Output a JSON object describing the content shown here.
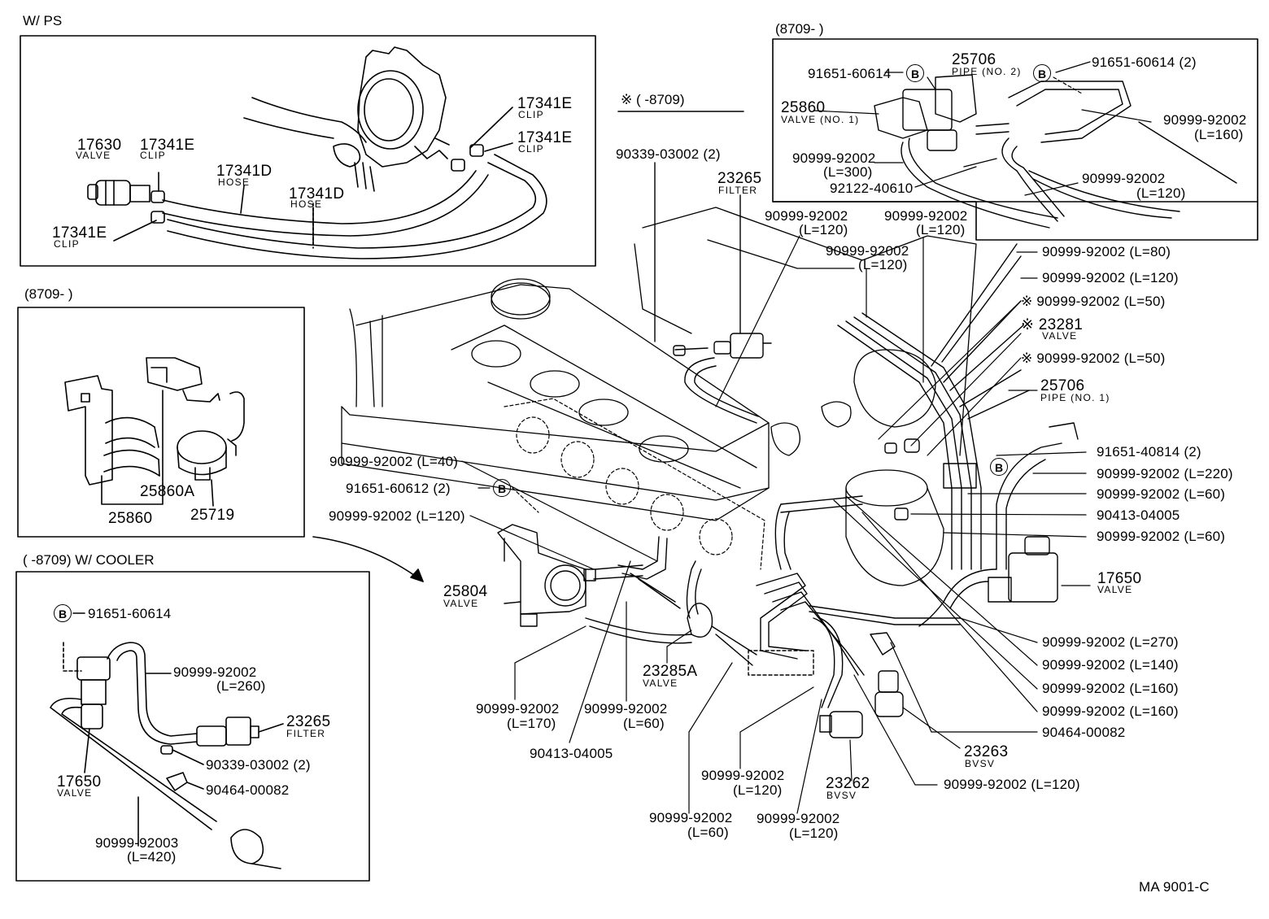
{
  "headers": {
    "ps": "W/ PS",
    "inset_8709_a": "(8709-       )",
    "inset_8709_b": "(8709-       )",
    "cooler": "(      -8709) W/ COOLER",
    "star_8709": "※ (        -8709)"
  },
  "footer": "MA  9001-C",
  "b_symbol": "B",
  "labels": [
    {
      "id": "ps_17630",
      "text": "17630",
      "cls": "pn-l"
    },
    {
      "id": "ps_17630_s",
      "text": "VALVE",
      "cls": "sub"
    },
    {
      "id": "ps_17341e_1",
      "text": "17341E",
      "cls": "pn-l"
    },
    {
      "id": "ps_17341e_1s",
      "text": "CLIP",
      "cls": "sub"
    },
    {
      "id": "ps_17341d_1",
      "text": "17341D",
      "cls": "pn-l"
    },
    {
      "id": "ps_17341d_1s",
      "text": "HOSE",
      "cls": "sub"
    },
    {
      "id": "ps_17341d_2",
      "text": "17341D",
      "cls": "pn-l"
    },
    {
      "id": "ps_17341d_2s",
      "text": "HOSE",
      "cls": "sub"
    },
    {
      "id": "ps_17341e_2",
      "text": "17341E",
      "cls": "pn-l"
    },
    {
      "id": "ps_17341e_2s",
      "text": "CLIP",
      "cls": "sub"
    },
    {
      "id": "ps_17341e_3",
      "text": "17341E",
      "cls": "pn-l"
    },
    {
      "id": "ps_17341e_3s",
      "text": "CLIP",
      "cls": "sub"
    },
    {
      "id": "ps_17341e_4",
      "text": "17341E",
      "cls": "pn-l"
    },
    {
      "id": "ps_17341e_4s",
      "text": "CLIP",
      "cls": "sub"
    },
    {
      "id": "a_25860a",
      "text": "25860A",
      "cls": "pn-l"
    },
    {
      "id": "a_25860",
      "text": "25860",
      "cls": "pn-l"
    },
    {
      "id": "a_25719",
      "text": "25719",
      "cls": "pn-l"
    },
    {
      "id": "c_91651",
      "text": "91651-60614",
      "cls": "pn"
    },
    {
      "id": "c_90999_260",
      "text": "90999-92002",
      "cls": "pn"
    },
    {
      "id": "c_90999_260l",
      "text": "(L=260)",
      "cls": "pn"
    },
    {
      "id": "c_23265",
      "text": "23265",
      "cls": "pn-l"
    },
    {
      "id": "c_23265s",
      "text": "FILTER",
      "cls": "sub"
    },
    {
      "id": "c_17650",
      "text": "17650",
      "cls": "pn-l"
    },
    {
      "id": "c_17650s",
      "text": "VALVE",
      "cls": "sub"
    },
    {
      "id": "c_90339",
      "text": "90339-03002 (2)",
      "cls": "pn"
    },
    {
      "id": "c_90464",
      "text": "90464-00082",
      "cls": "pn"
    },
    {
      "id": "c_90999_420",
      "text": "90999-92003",
      "cls": "pn"
    },
    {
      "id": "c_90999_420l",
      "text": "(L=420)",
      "cls": "pn"
    },
    {
      "id": "b_91651_l",
      "text": "91651-60614",
      "cls": "pn"
    },
    {
      "id": "b_25706",
      "text": "25706",
      "cls": "pn-l"
    },
    {
      "id": "b_25706s",
      "text": "PIPE (NO. 2)",
      "cls": "sub"
    },
    {
      "id": "b_91651_r",
      "text": "91651-60614 (2)",
      "cls": "pn"
    },
    {
      "id": "b_25860",
      "text": "25860",
      "cls": "pn-l"
    },
    {
      "id": "b_25860s",
      "text": "VALVE (NO. 1)",
      "cls": "sub"
    },
    {
      "id": "b_90999_160",
      "text": "90999-92002",
      "cls": "pn"
    },
    {
      "id": "b_90999_160l",
      "text": "(L=160)",
      "cls": "pn"
    },
    {
      "id": "b_90999_300",
      "text": "90999-92002",
      "cls": "pn"
    },
    {
      "id": "b_90999_300l",
      "text": "(L=300)",
      "cls": "pn"
    },
    {
      "id": "b_92122",
      "text": "92122-40610",
      "cls": "pn"
    },
    {
      "id": "b_90999_120",
      "text": "90999-92002",
      "cls": "pn"
    },
    {
      "id": "b_90999_120l",
      "text": "(L=120)",
      "cls": "pn"
    },
    {
      "id": "m_90339",
      "text": "90339-03002 (2)",
      "cls": "pn"
    },
    {
      "id": "m_23265",
      "text": "23265",
      "cls": "pn-l"
    },
    {
      "id": "m_23265s",
      "text": "FILTER",
      "cls": "sub"
    },
    {
      "id": "m_90999_120a",
      "text": "90999-92002",
      "cls": "pn"
    },
    {
      "id": "m_90999_120al",
      "text": "(L=120)",
      "cls": "pn"
    },
    {
      "id": "m_90999_120b",
      "text": "90999-92002",
      "cls": "pn"
    },
    {
      "id": "m_90999_120bl",
      "text": "(L=120)",
      "cls": "pn"
    },
    {
      "id": "m_90999_120c",
      "text": "90999-92002",
      "cls": "pn"
    },
    {
      "id": "m_90999_120cl",
      "text": "(L=120)",
      "cls": "pn"
    },
    {
      "id": "m_r_80",
      "text": "90999-92002 (L=80)",
      "cls": "pn"
    },
    {
      "id": "m_r_120",
      "text": "90999-92002 (L=120)",
      "cls": "pn"
    },
    {
      "id": "m_r_50a",
      "text": "※ 90999-92002 (L=50)",
      "cls": "pn"
    },
    {
      "id": "m_r_23281",
      "text": "※ 23281",
      "cls": "pn-l"
    },
    {
      "id": "m_r_23281s",
      "text": "VALVE",
      "cls": "sub"
    },
    {
      "id": "m_r_50b",
      "text": "※ 90999-92002 (L=50)",
      "cls": "pn"
    },
    {
      "id": "m_r_25706",
      "text": "25706",
      "cls": "pn-l"
    },
    {
      "id": "m_r_25706s",
      "text": "PIPE (NO. 1)",
      "cls": "sub"
    },
    {
      "id": "m_r_91651",
      "text": "91651-40814 (2)",
      "cls": "pn"
    },
    {
      "id": "m_r_220",
      "text": "90999-92002 (L=220)",
      "cls": "pn"
    },
    {
      "id": "m_r_60a",
      "text": "90999-92002 (L=60)",
      "cls": "pn"
    },
    {
      "id": "m_r_90413",
      "text": "90413-04005",
      "cls": "pn"
    },
    {
      "id": "m_r_60b",
      "text": "90999-92002 (L=60)",
      "cls": "pn"
    },
    {
      "id": "m_r_17650",
      "text": "17650",
      "cls": "pn-l"
    },
    {
      "id": "m_r_17650s",
      "text": "VALVE",
      "cls": "sub"
    },
    {
      "id": "m_r_270",
      "text": "90999-92002 (L=270)",
      "cls": "pn"
    },
    {
      "id": "m_r_140",
      "text": "90999-92002 (L=140)",
      "cls": "pn"
    },
    {
      "id": "m_r_160a",
      "text": "90999-92002 (L=160)",
      "cls": "pn"
    },
    {
      "id": "m_r_160b",
      "text": "90999-92002 (L=160)",
      "cls": "pn"
    },
    {
      "id": "m_r_90464",
      "text": "90464-00082",
      "cls": "pn"
    },
    {
      "id": "m_23263",
      "text": "23263",
      "cls": "pn-l"
    },
    {
      "id": "m_23263s",
      "text": "BVSV",
      "cls": "sub"
    },
    {
      "id": "m_r_120b",
      "text": "90999-92002 (L=120)",
      "cls": "pn"
    },
    {
      "id": "m_23262",
      "text": "23262",
      "cls": "pn-l"
    },
    {
      "id": "m_23262s",
      "text": "BVSV",
      "cls": "sub"
    },
    {
      "id": "m_l_40",
      "text": "90999-92002 (L=40)",
      "cls": "pn"
    },
    {
      "id": "m_l_91651",
      "text": "91651-60612 (2)",
      "cls": "pn"
    },
    {
      "id": "m_l_120",
      "text": "90999-92002 (L=120)",
      "cls": "pn"
    },
    {
      "id": "m_25804",
      "text": "25804",
      "cls": "pn-l"
    },
    {
      "id": "m_25804s",
      "text": "VALVE",
      "cls": "sub"
    },
    {
      "id": "m_23285a",
      "text": "23285A",
      "cls": "pn-l"
    },
    {
      "id": "m_23285as",
      "text": "VALVE",
      "cls": "sub"
    },
    {
      "id": "m_b_170",
      "text": "90999-92002",
      "cls": "pn"
    },
    {
      "id": "m_b_170l",
      "text": "(L=170)",
      "cls": "pn"
    },
    {
      "id": "m_b_60",
      "text": "90999-92002",
      "cls": "pn"
    },
    {
      "id": "m_b_60l",
      "text": "(L=60)",
      "cls": "pn"
    },
    {
      "id": "m_b_90413",
      "text": "90413-04005",
      "cls": "pn"
    },
    {
      "id": "m_b_120a",
      "text": "90999-92002",
      "cls": "pn"
    },
    {
      "id": "m_b_120al",
      "text": "(L=120)",
      "cls": "pn"
    },
    {
      "id": "m_b_60b",
      "text": "90999-92002",
      "cls": "pn"
    },
    {
      "id": "m_b_60bl",
      "text": "(L=60)",
      "cls": "pn"
    },
    {
      "id": "m_b_120b",
      "text": "90999-92002",
      "cls": "pn"
    },
    {
      "id": "m_b_120bl",
      "text": "(L=120)",
      "cls": "pn"
    }
  ]
}
